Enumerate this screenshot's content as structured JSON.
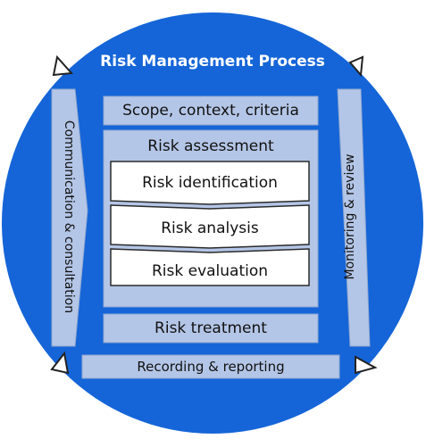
{
  "diagram": {
    "title": "Risk Management Process",
    "scope": "Scope, context, criteria",
    "assessment": {
      "label": "Risk assessment",
      "steps": [
        "Risk identification",
        "Risk analysis",
        "Risk evaluation"
      ]
    },
    "treatment": "Risk treatment",
    "recording": "Recording & reporting",
    "communication": "Communication & consultation",
    "monitoring": "Monitoring & review"
  },
  "colors": {
    "circle": "#1565d8",
    "panel": "#b4c6e7",
    "panel_border": "#8ea6cf",
    "step_fill": "#ffffff",
    "step_border": "#2b2b2b",
    "arrowhead": "#ffffff"
  }
}
